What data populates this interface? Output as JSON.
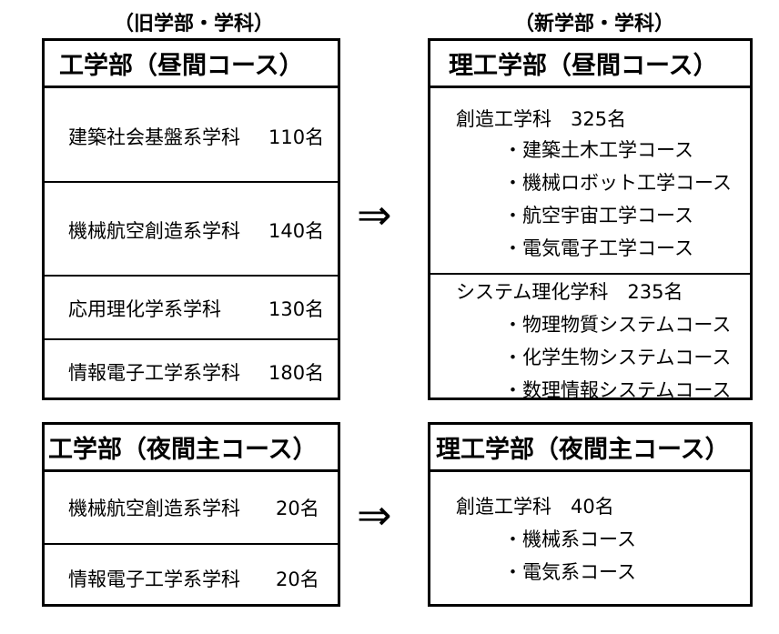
{
  "headings": {
    "old": "（旧学部・学科）",
    "new": "（新学部・学科）"
  },
  "old_day": {
    "title": "工学部（昼間コース）",
    "rows": [
      {
        "name": "建築社会基盤系学科",
        "count": "110名"
      },
      {
        "name": "機械航空創造系学科",
        "count": "140名"
      },
      {
        "name": "応用理化学系学科",
        "count": "130名"
      },
      {
        "name": "情報電子工学系学科",
        "count": "180名"
      }
    ]
  },
  "new_day": {
    "title": "理工学部（昼間コース）",
    "departments": [
      {
        "name": "創造工学科　325名",
        "courses": [
          "・建築土木工学コース",
          "・機械ロボット工学コース",
          "・航空宇宙工学コース",
          "・電気電子工学コース"
        ]
      },
      {
        "name": "システム理化学科　235名",
        "courses": [
          "・物理物質システムコース",
          "・化学生物システムコース",
          "・数理情報システムコース"
        ]
      }
    ]
  },
  "old_night": {
    "title": "工学部（夜間主コース）",
    "rows": [
      {
        "name": "機械航空創造系学科",
        "count": "20名"
      },
      {
        "name": "情報電子工学系学科",
        "count": "20名"
      }
    ]
  },
  "new_night": {
    "title": "理工学部（夜間主コース）",
    "departments": [
      {
        "name": "創造工学科　40名",
        "courses": [
          "・機械系コース",
          "・電気系コース"
        ]
      }
    ]
  },
  "arrow": "⇒"
}
